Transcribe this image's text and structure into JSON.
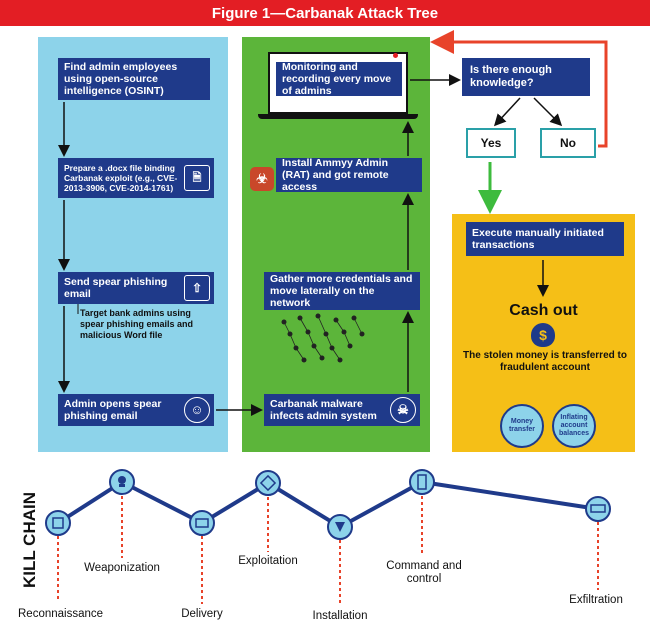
{
  "title": "Figure 1—Carbanak Attack Tree",
  "blue_panel": {
    "step1": "Find admin employees using open-source intelligence (OSINT)",
    "step2": "Prepare a .docx file binding Carbanak exploit (e.g., CVE-2013-3906, CVE-2014-1761)",
    "step3": "Send spear phishing email",
    "step3_note": "Target bank admins using spear phishing emails and malicious Word file",
    "step4": "Admin opens spear phishing email"
  },
  "green_panel": {
    "monitor": "Monitoring and recording every move of admins",
    "install": "Install Ammyy Admin (RAT) and got remote access",
    "gather": "Gather more credentials and move laterally on the network",
    "infect": "Carbanak malware infects admin system"
  },
  "decision": {
    "question": "Is there enough knowledge?",
    "yes": "Yes",
    "no": "No"
  },
  "yellow_panel": {
    "execute": "Execute manually initiated transactions",
    "cash_out": "Cash out",
    "stolen": "The stolen money is transferred to fraudulent account",
    "money_transfer": "Money transfer",
    "inflating": "Inflating account balances"
  },
  "kill_chain": {
    "label": "KILL CHAIN",
    "stages": [
      "Reconnaissance",
      "Weaponization",
      "Delivery",
      "Exploitation",
      "Installation",
      "Command and control",
      "Exfiltration"
    ]
  },
  "colors": {
    "title_bar": "#e31e24",
    "navy": "#1f3a8a",
    "blue_panel": "#8dd3ea",
    "green_panel": "#5cb53a",
    "yellow_panel": "#f5bf17",
    "red_arrow": "#e8432a",
    "green_arrow": "#3dbb3d"
  }
}
